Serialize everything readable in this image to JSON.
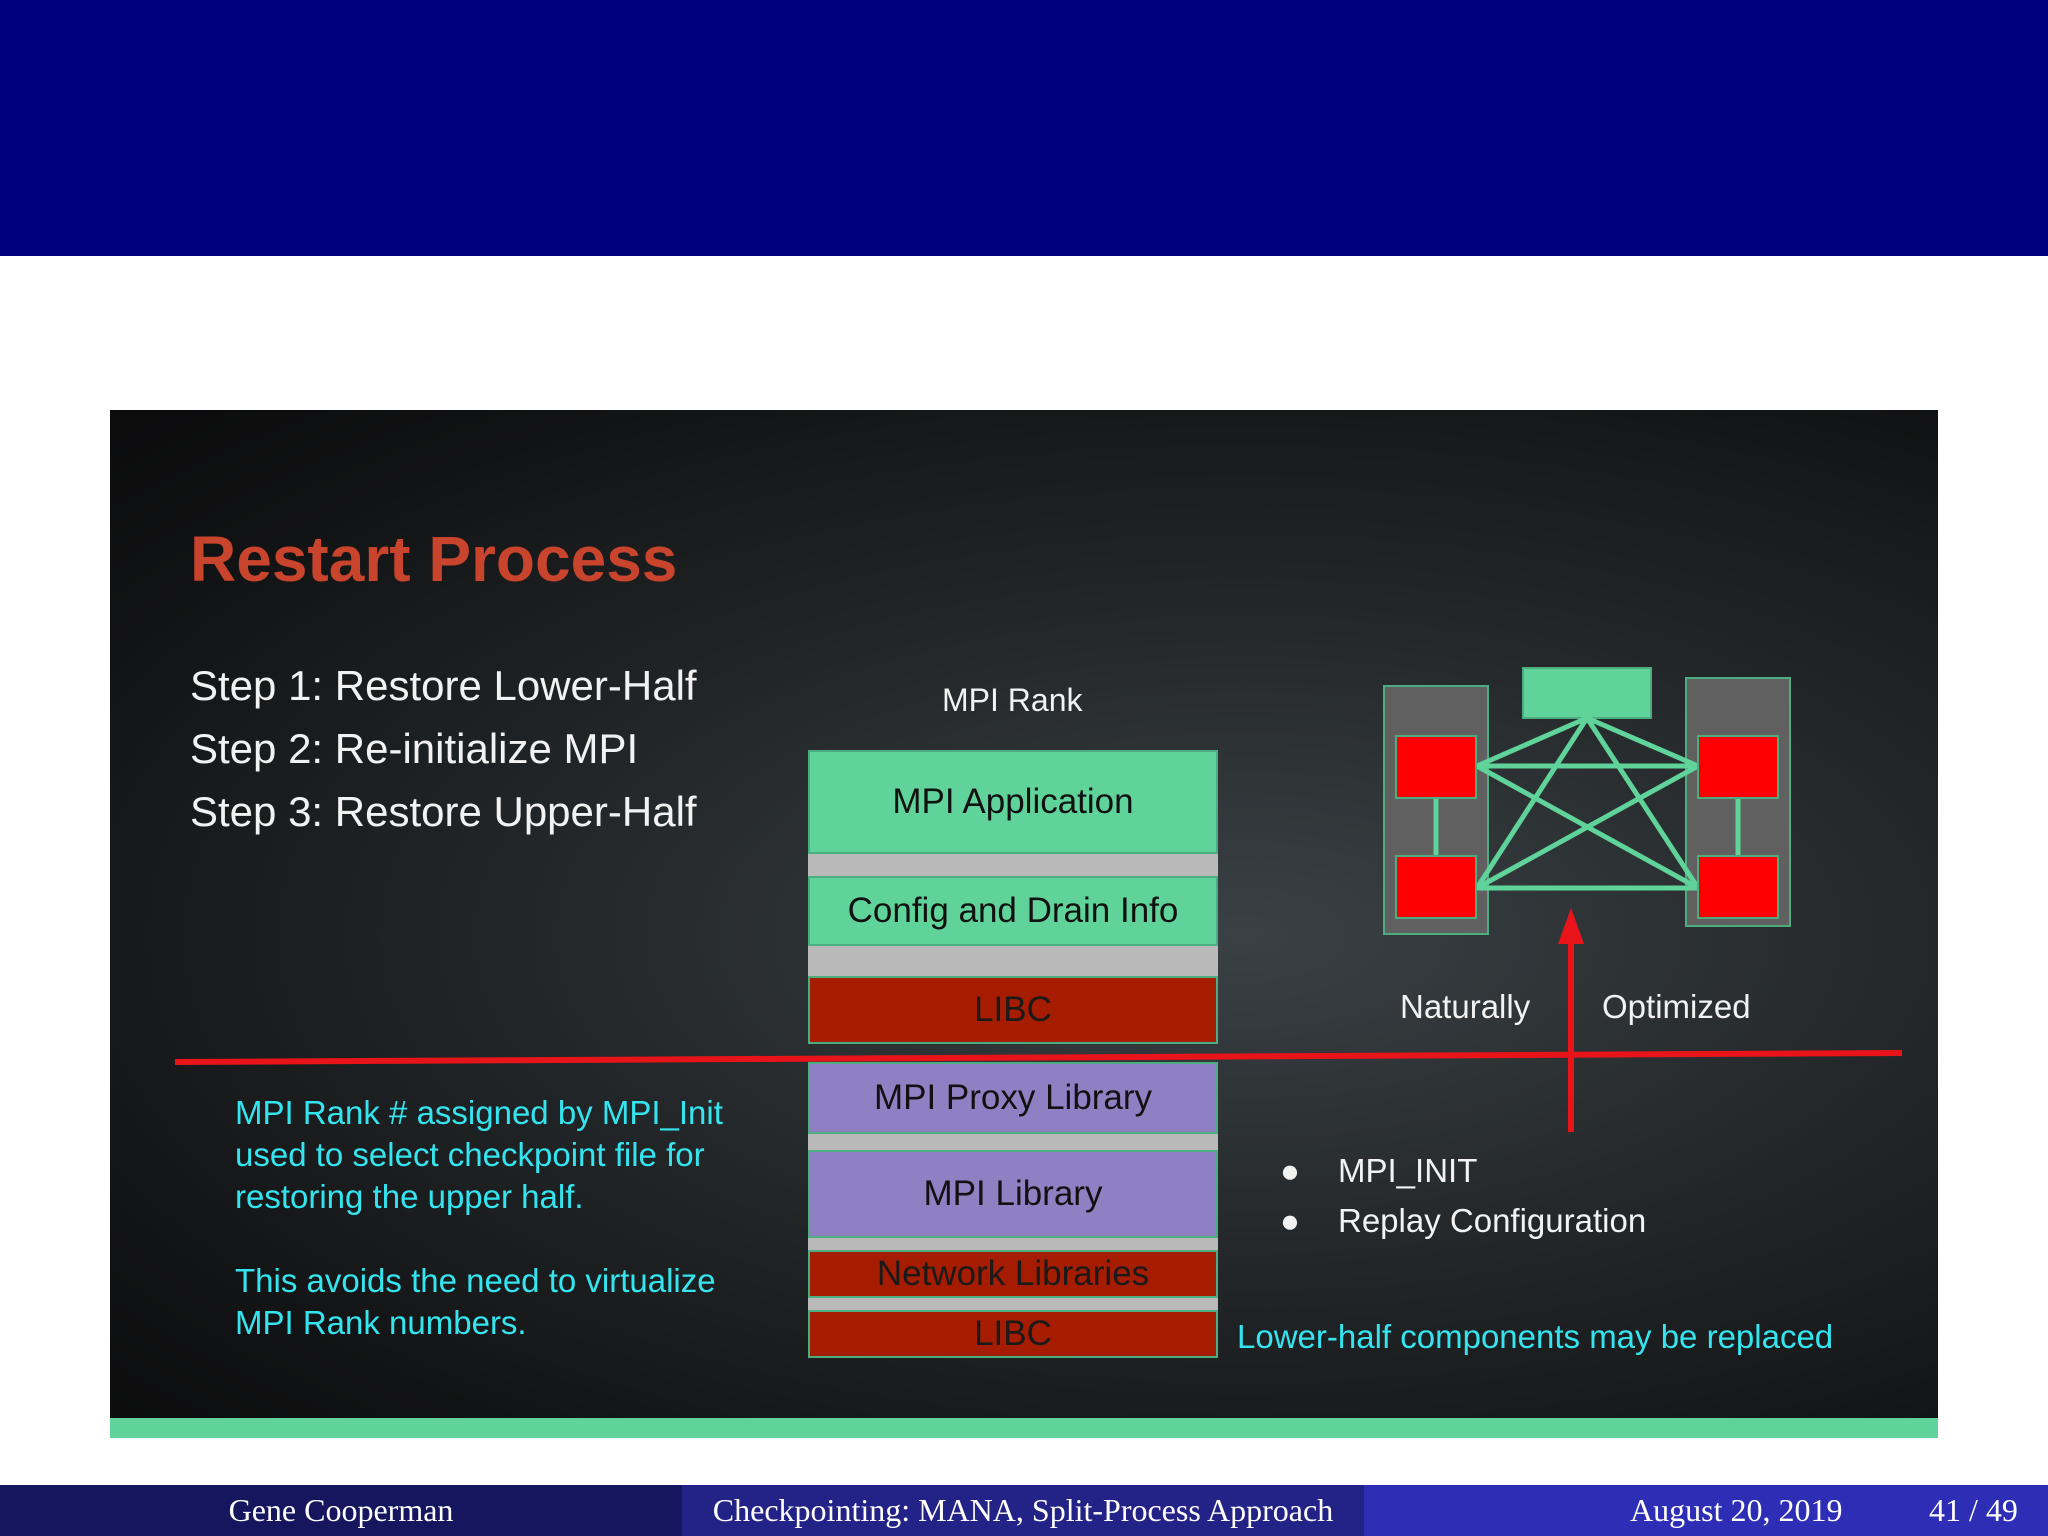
{
  "slide": {
    "title": "Restart Process",
    "steps": [
      "Step 1:  Restore Lower-Half",
      "Step 2: Re-initialize MPI",
      "Step 3: Restore Upper-Half"
    ],
    "stack_label": "MPI Rank",
    "stack": {
      "app": "MPI Application",
      "config": "Config and Drain Info",
      "libc_upper": "LIBC",
      "proxy": "MPI Proxy Library",
      "mpi_lib": "MPI Library",
      "network": "Network Libraries",
      "libc_lower": "LIBC"
    },
    "note1": [
      "MPI Rank # assigned by MPI_Init",
      "used to select checkpoint file for",
      "restoring the upper half."
    ],
    "note2": [
      "This avoids the need to virtualize",
      "MPI Rank numbers."
    ],
    "arrow_left": "Naturally",
    "arrow_right": "Optimized",
    "bullets": [
      "MPI_INIT",
      "Replay Configuration"
    ],
    "bullet_glyph": "●",
    "replaced_note": "Lower-half components may be replaced",
    "colors": {
      "title": "#c9442c",
      "accent_green": "#5fd39a",
      "libc_red": "#a51c00",
      "purple": "#8f80c4",
      "cyan_text": "#34e5f0",
      "divider_red": "#e8141a"
    }
  },
  "footer": {
    "author": "Gene Cooperman",
    "talk_title": "Checkpointing: MANA, Split-Process Approach",
    "date": "August 20, 2019",
    "page": "41 / 49"
  }
}
